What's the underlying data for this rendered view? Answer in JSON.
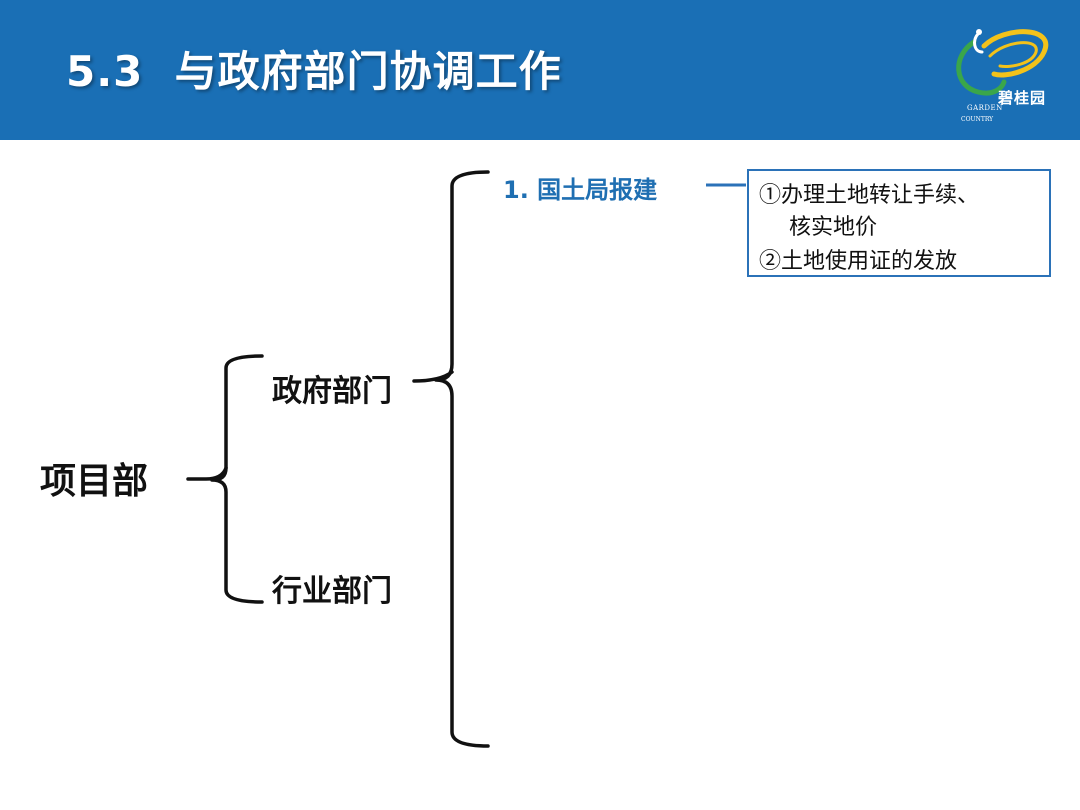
{
  "header": {
    "title": "5.3  与政府部门协调工作",
    "logo": {
      "name": "碧桂园",
      "small_text": "GARDEN",
      "sub_text": "COUNTRY",
      "brand_colors": [
        "#f3c21a",
        "#3aa64a",
        "#ffffff"
      ]
    }
  },
  "diagram": {
    "root": "项目部",
    "departments": [
      {
        "label": "政府部门"
      },
      {
        "label": "行业部门"
      }
    ],
    "gov_items": [
      {
        "label": "1. 国土局报建",
        "details": [
          "①办理土地转让手续、",
          "核实地价",
          "②土地使用证的发放"
        ]
      }
    ]
  },
  "colors": {
    "header_bg": "#1a6fb5",
    "sub_item_text": "#1f6fb2",
    "box_border": "#2b72b8",
    "connector": "#111111"
  }
}
